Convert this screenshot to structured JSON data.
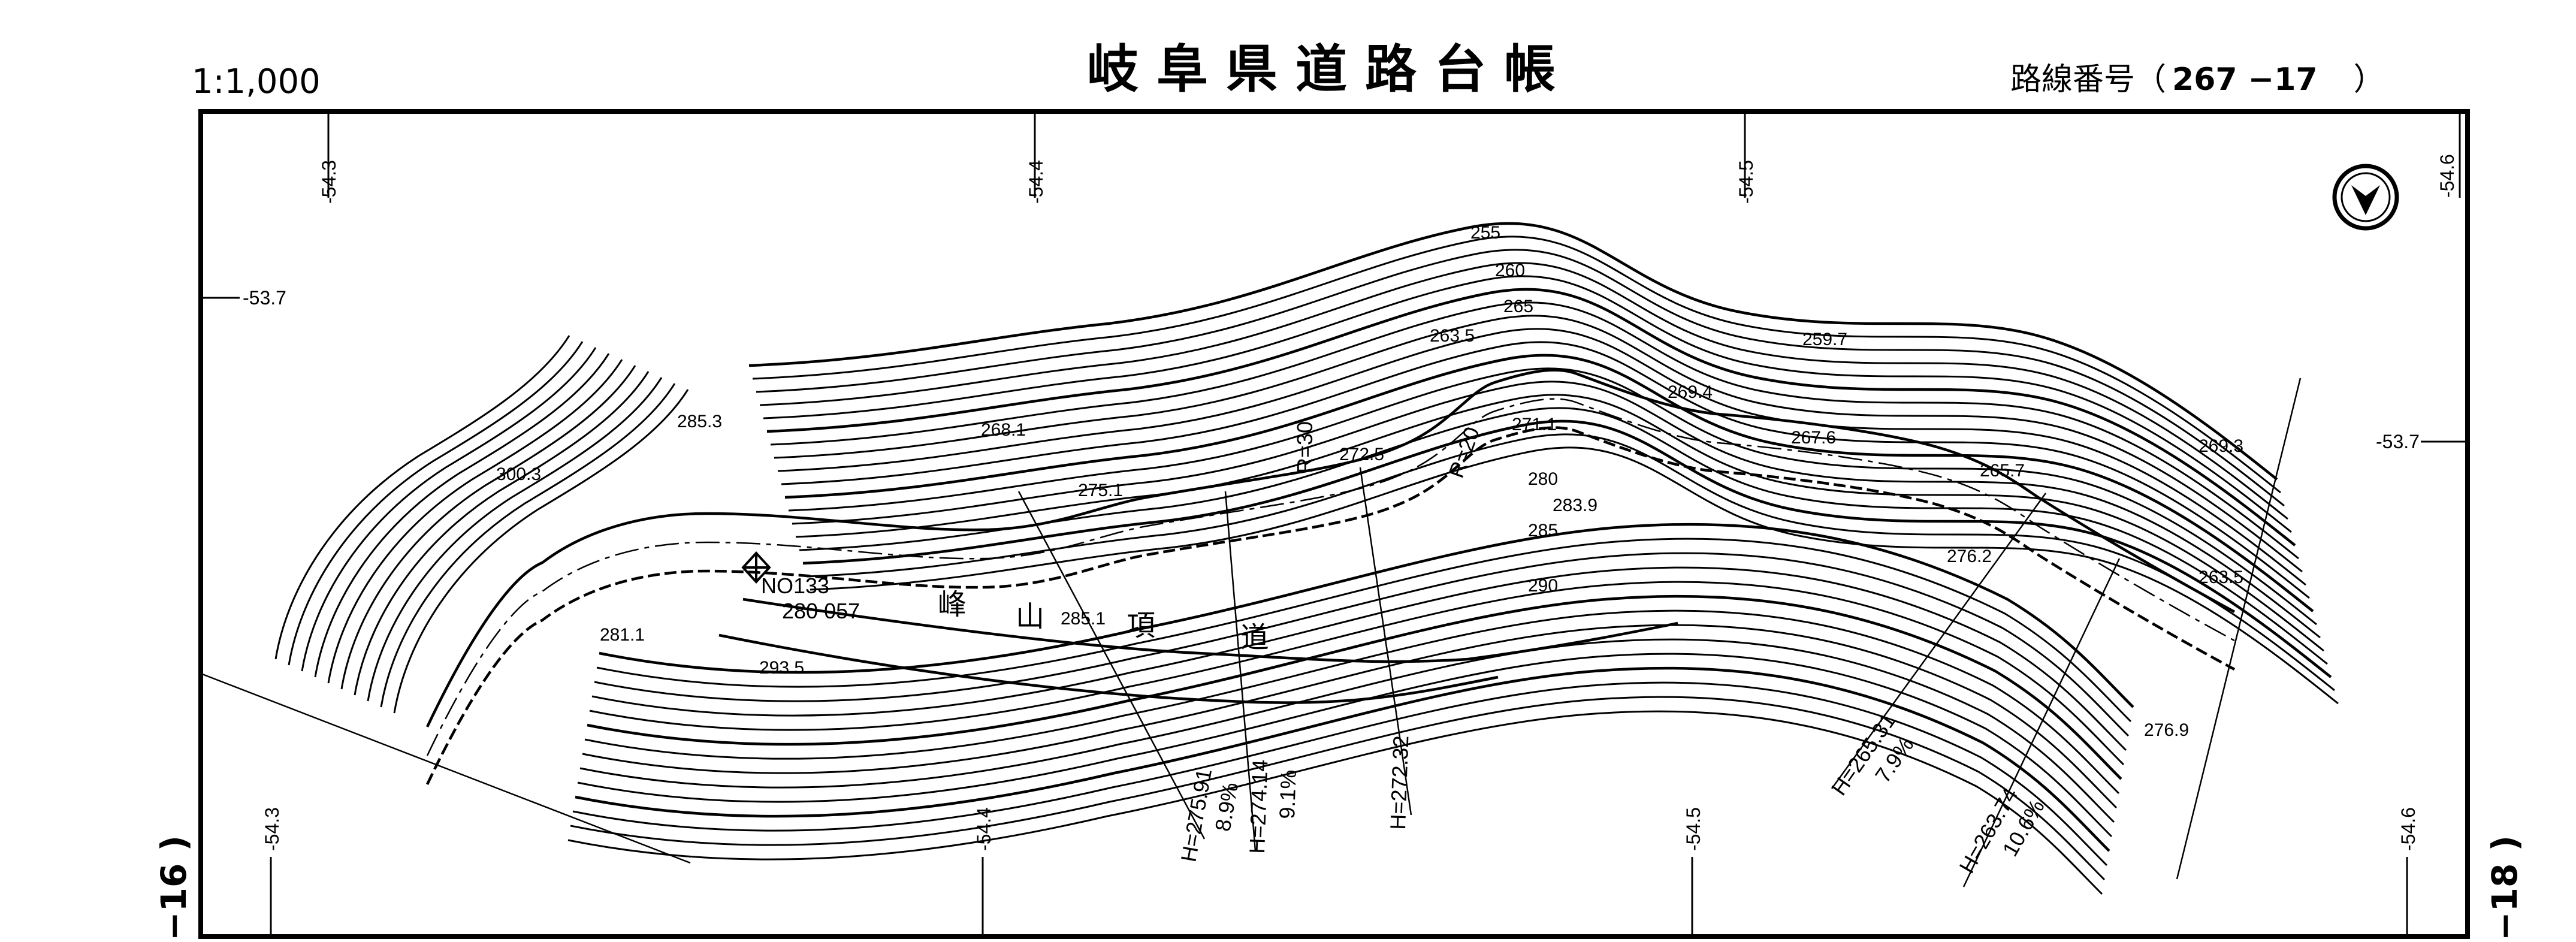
{
  "header": {
    "scale": "1:1,000",
    "title": "岐阜県道路台帳",
    "route_label": "路線番号（",
    "route_number": "267 −17",
    "route_close": "）"
  },
  "sheet_neighbors": {
    "left": "−16 )",
    "right": "−18 )"
  },
  "grid_labels": {
    "top": [
      "-54.3",
      "-54.4",
      "-54.5",
      "-54.6"
    ],
    "bottom": [
      "-54.3",
      "-54.4",
      "-54.5",
      "-54.6"
    ],
    "left": "-53.7",
    "right": "-53.7"
  },
  "north_arrow": "north-arrow",
  "elevations": [
    "255",
    "260",
    "265",
    "263.5",
    "259.7",
    "269.4",
    "268.1",
    "272.5",
    "271.1",
    "267.6",
    "265.7",
    "269.3",
    "285.3",
    "300.3",
    "275.1",
    "280",
    "283.9",
    "285",
    "276.2",
    "263.5",
    "290",
    "285.1",
    "281.1",
    "293.5",
    "276.9"
  ],
  "curve_radii": [
    "R=30",
    "R=20"
  ],
  "benchmark": {
    "id": "NO133",
    "value": "280 057"
  },
  "place_name": [
    "峰",
    "山",
    "項",
    "道"
  ],
  "profiles": [
    {
      "height": "H=275.91",
      "grade": "8.9%"
    },
    {
      "height": "H=274.14",
      "grade": "9.1%"
    },
    {
      "height": "H=272.32",
      "grade": ""
    },
    {
      "height": "H=265.31",
      "grade": "7.9%"
    },
    {
      "height": "H=263.74",
      "grade": "10.6%"
    }
  ]
}
